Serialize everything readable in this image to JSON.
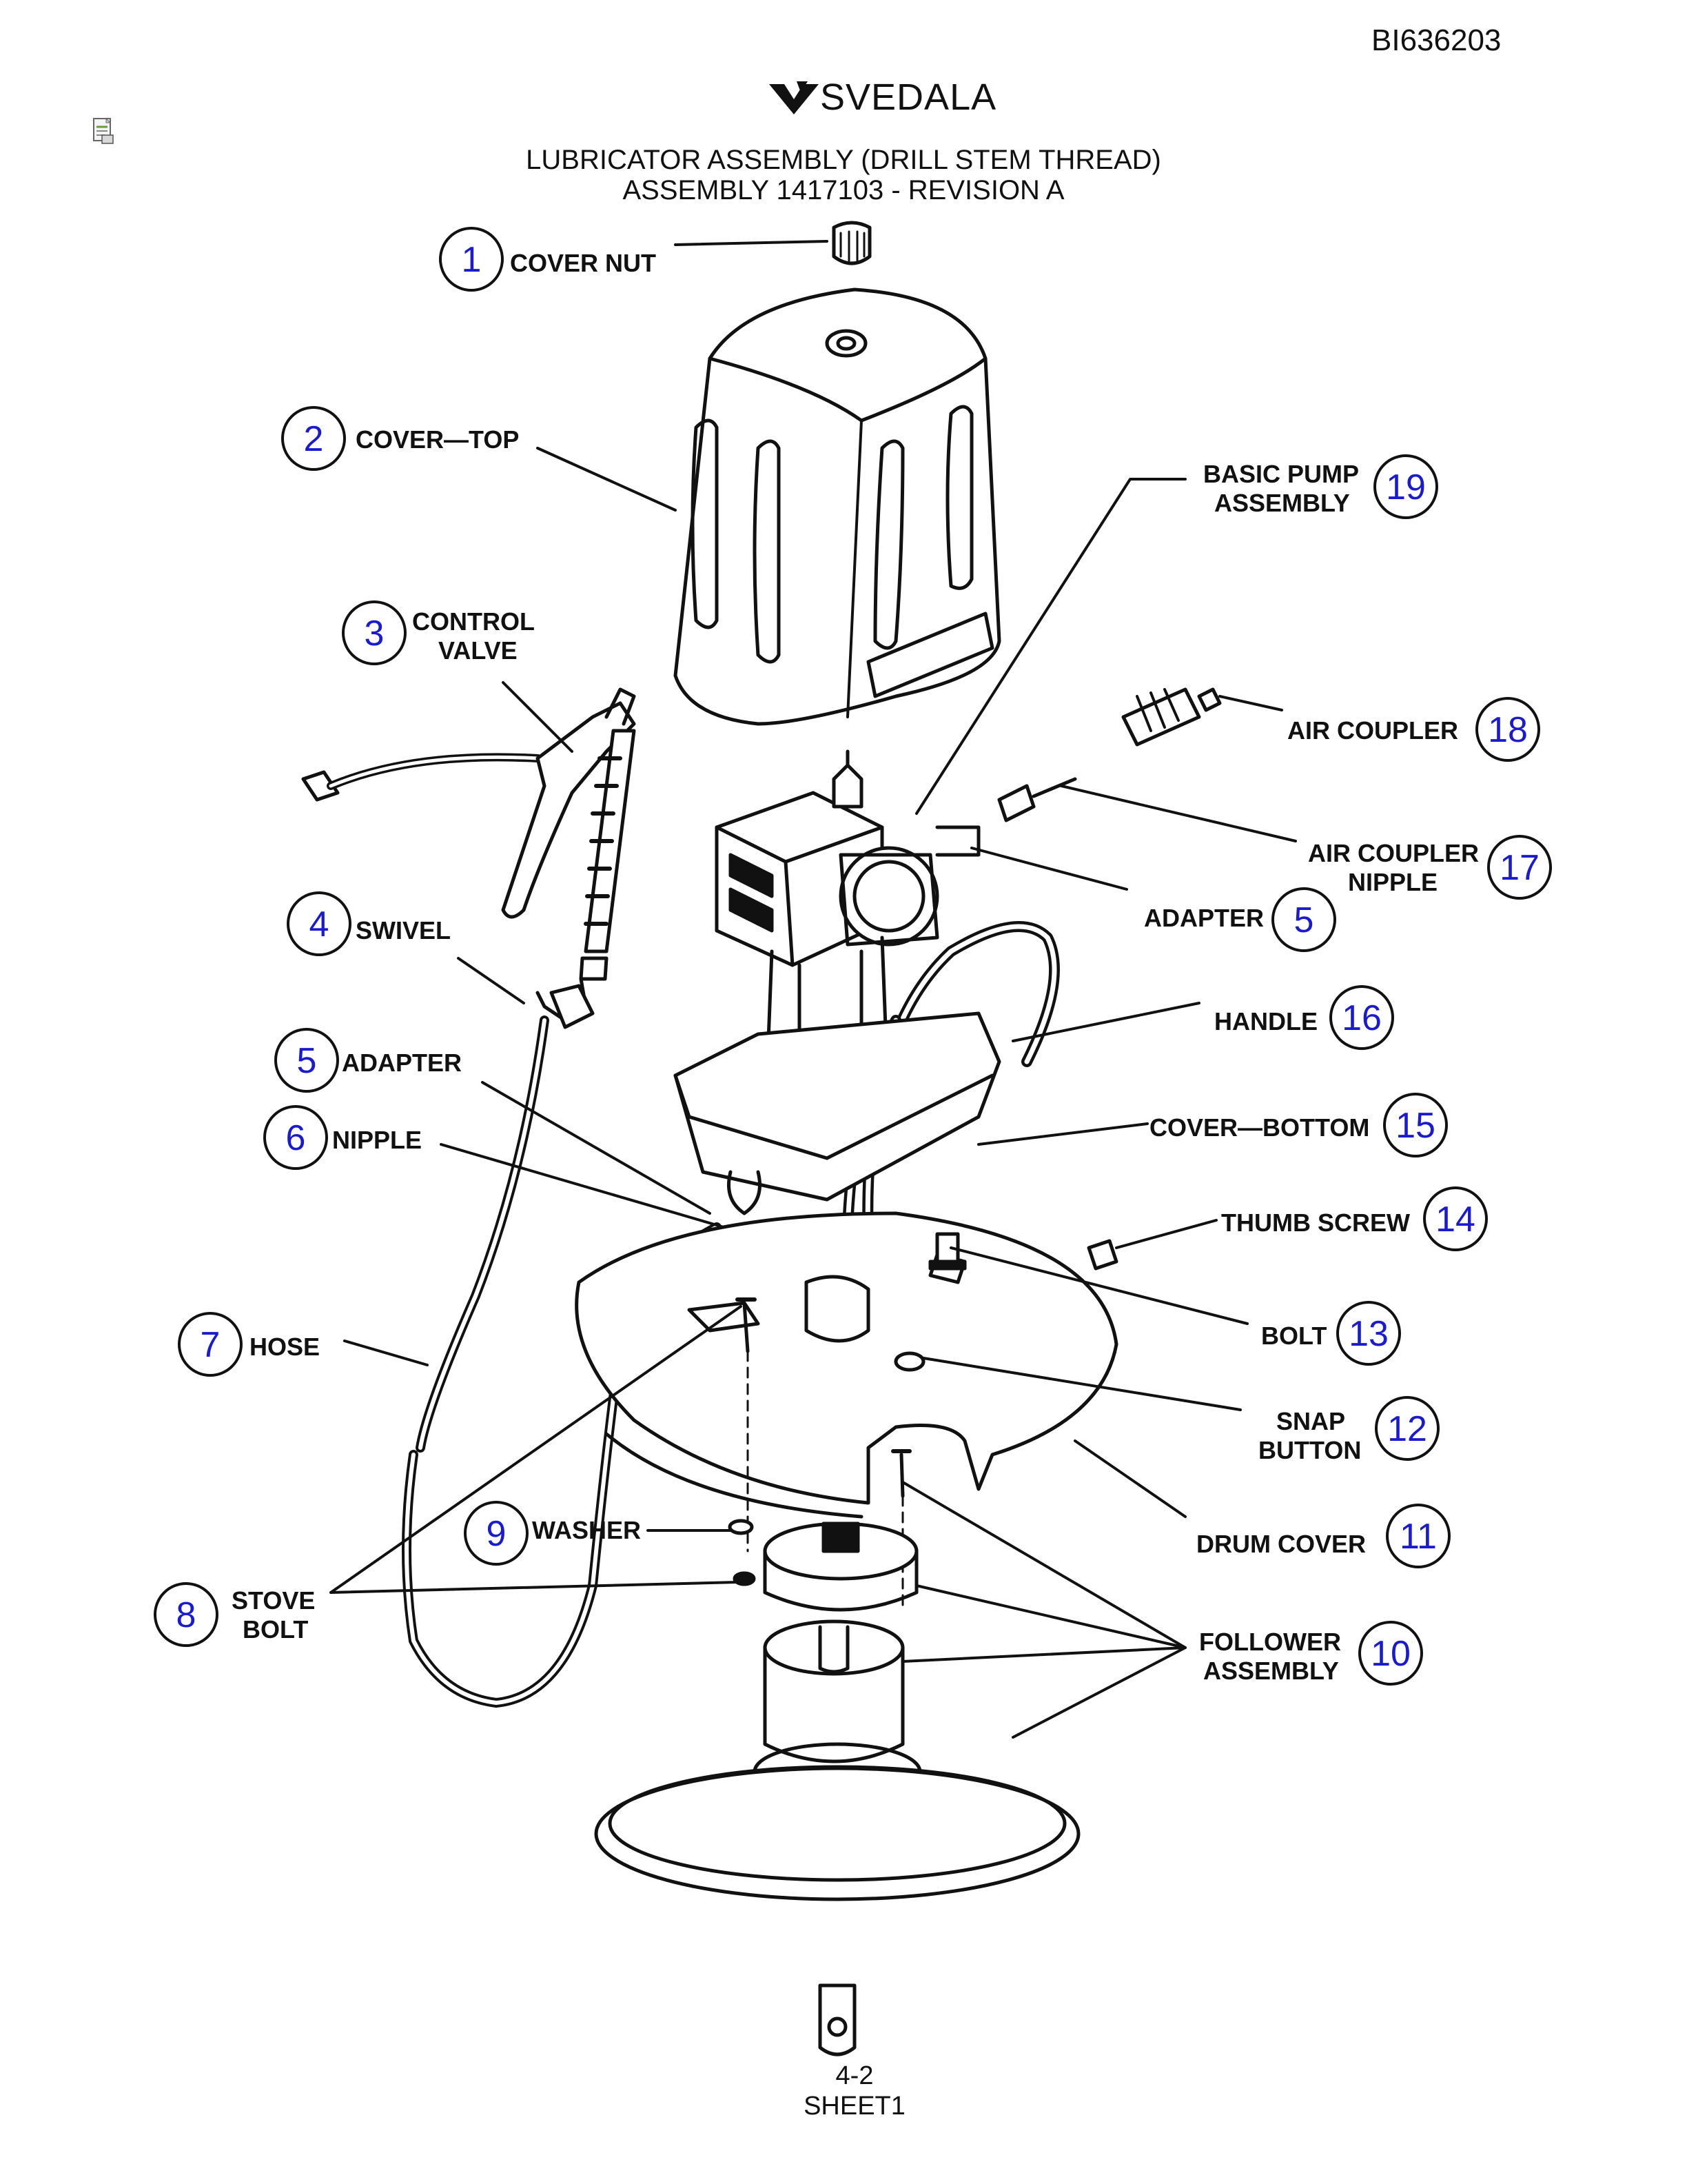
{
  "header": {
    "doc_id": "BI636203",
    "brand": "SVEDALA",
    "title_line1": "LUBRICATOR ASSEMBLY (DRILL STEM THREAD)",
    "title_line2": "ASSEMBLY 1417103 - REVISION A"
  },
  "footer": {
    "page": "4-2",
    "sheet": "SHEET1"
  },
  "callouts": [
    {
      "num": "1",
      "label": [
        "COVER NUT"
      ]
    },
    {
      "num": "2",
      "label": [
        "COVER—TOP"
      ]
    },
    {
      "num": "3",
      "label": [
        "CONTROL",
        "VALVE"
      ]
    },
    {
      "num": "4",
      "label": [
        "SWIVEL"
      ]
    },
    {
      "num": "5",
      "label": [
        "ADAPTER"
      ]
    },
    {
      "num": "6",
      "label": [
        "NIPPLE"
      ]
    },
    {
      "num": "7",
      "label": [
        "HOSE"
      ]
    },
    {
      "num": "8",
      "label": [
        "STOVE",
        "BOLT"
      ]
    },
    {
      "num": "9",
      "label": [
        "WASHER"
      ]
    },
    {
      "num": "19",
      "label": [
        "BASIC PUMP",
        "ASSEMBLY"
      ]
    },
    {
      "num": "18",
      "label": [
        "AIR COUPLER"
      ]
    },
    {
      "num": "17",
      "label": [
        "AIR COUPLER",
        "NIPPLE"
      ]
    },
    {
      "num": "5",
      "label": [
        "ADAPTER"
      ]
    },
    {
      "num": "16",
      "label": [
        "HANDLE"
      ]
    },
    {
      "num": "15",
      "label": [
        "COVER—BOTTOM"
      ]
    },
    {
      "num": "14",
      "label": [
        "THUMB SCREW"
      ]
    },
    {
      "num": "13",
      "label": [
        "BOLT"
      ]
    },
    {
      "num": "12",
      "label": [
        "SNAP",
        "BUTTON"
      ]
    },
    {
      "num": "11",
      "label": [
        "DRUM COVER"
      ]
    },
    {
      "num": "10",
      "label": [
        "FOLLOWER",
        "ASSEMBLY"
      ]
    }
  ],
  "icons": {
    "logo_mark": "svedala-logo-icon",
    "page_icon": "document-icon"
  },
  "colors": {
    "callout_number": "#1a1ad0",
    "line_art": "#111111"
  }
}
